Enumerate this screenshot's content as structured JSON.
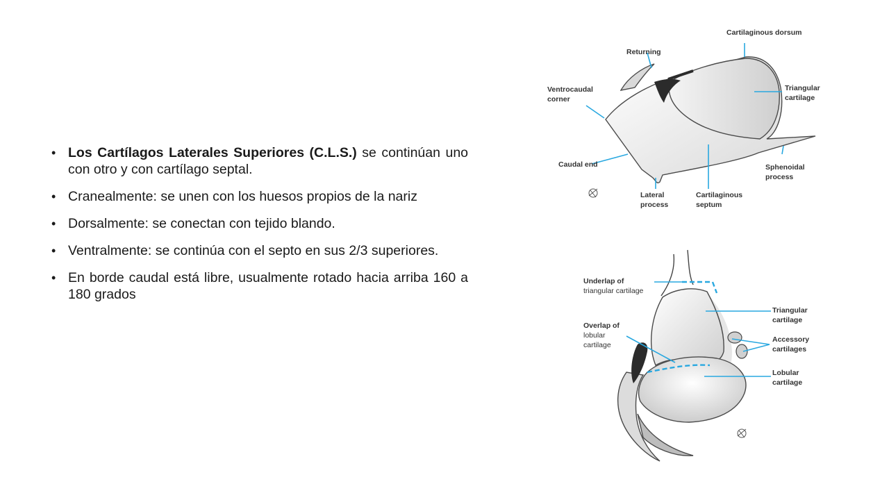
{
  "bullets": [
    {
      "bold": "Los Cartílagos Laterales Superiores (C.L.S.)",
      "text": " se continúan uno con otro y con cartílago septal."
    },
    {
      "text": "Cranealmente: se unen con los huesos propios de la nariz"
    },
    {
      "text": "Dorsalmente: se conectan con tejido blando."
    },
    {
      "text": "Ventralmente: se continúa con el septo en sus 2/3 superiores."
    },
    {
      "text": "En borde caudal está libre, usualmente rotado hacia arriba 160 a 180 grados"
    }
  ],
  "figure_top": {
    "labels": {
      "cartilaginous_dorsum": "Cartilaginous dorsum",
      "returning": "Returning",
      "ventrocaudal_1": "Ventrocaudal",
      "ventrocaudal_2": "corner",
      "triangular_1": "Triangular",
      "triangular_2": "cartilage",
      "caudal_end": "Caudal end",
      "sphenoidal_1": "Sphenoidal",
      "sphenoidal_2": "process",
      "lateral_1": "Lateral",
      "lateral_2": "process",
      "septum_1": "Cartilaginous",
      "septum_2": "septum"
    }
  },
  "figure_bottom": {
    "labels": {
      "underlap_1": "Underlap of",
      "underlap_2": "triangular cartilage",
      "overlap_1": "Overlap of",
      "overlap_2": "lobular",
      "overlap_3": "cartilage",
      "triangular_1": "Triangular",
      "triangular_2": "cartilage",
      "accessory_1": "Accessory",
      "accessory_2": "cartilages",
      "lobular_1": "Lobular",
      "lobular_2": "cartilage"
    }
  }
}
